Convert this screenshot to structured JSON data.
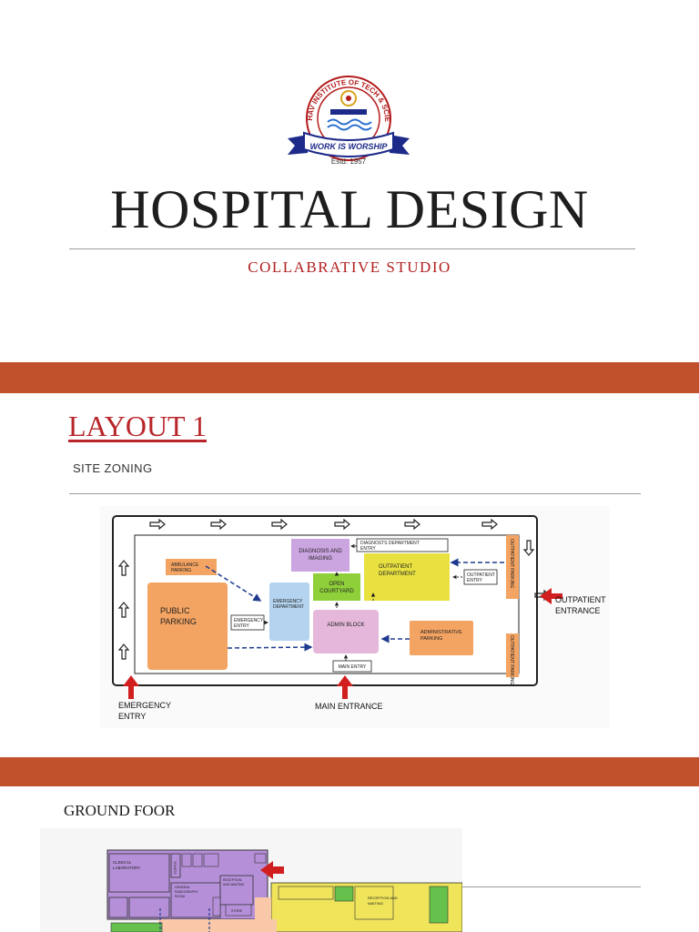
{
  "logo": {
    "ring_text": "MADHAV INSTITUTE OF TECH & SCIENCE",
    "motto": "WORK IS WORSHIP",
    "established": "Estd. 1957",
    "colors": {
      "ring": "#b31b1b",
      "ribbon": "#1d2a8a",
      "gold": "#d9a21a"
    }
  },
  "title": "HOSPITAL DESIGN",
  "subtitle": "COLLABRATIVE STUDIO",
  "section1": {
    "heading": "LAYOUT 1",
    "subheading": "SITE ZONING"
  },
  "site_plan": {
    "zones": {
      "diagnosis": {
        "line1": "DIAGNOSIS AND",
        "line2": "IMAGING"
      },
      "diagnostic_entry": {
        "line1": "DIAGNOSTS DEPARTMENT",
        "line2": "ENTRY"
      },
      "ambulance": {
        "line1": "ABBULANCE",
        "line2": "PARKING"
      },
      "courtyard": {
        "line1": "OPEN",
        "line2": "COURTYARD"
      },
      "outpatient_dept": {
        "line1": "OUTPATIENT",
        "line2": "DEPARTMENT"
      },
      "outpatient_entry_tag": {
        "line1": "OUTPATIENT",
        "line2": "ENTRY"
      },
      "emergency_dept": {
        "line1": "EMERGENCY",
        "line2": "DEPARTMENT"
      },
      "public_parking": {
        "line1": "PUBLIC",
        "line2": "PARKING"
      },
      "emergency_entry_tag": {
        "line1": "EMERGENCY",
        "line2": "ENTRY"
      },
      "admin_block": "ADMIN BLOCK",
      "administrative_parking": {
        "line1": "ADMINISTRATIVE",
        "line2": "PARKING"
      },
      "main_entry_tag": "MAIN ENTRY",
      "outpatient_parking_top": "OUTPATIENT PARKING",
      "outpatient_parking_bottom": "OUTPATIENT PARKING"
    },
    "labels": {
      "outpatient_entrance": {
        "line1": "OUTPATIENT",
        "line2": "ENTRANCE"
      },
      "emergency_entry": {
        "line1": "EMERGENCY",
        "line2": "ENTRY"
      },
      "main_entrance": "MAIN ENTRANCE"
    },
    "colors": {
      "orange": "#f4a462",
      "purple": "#cba5e0",
      "green": "#8fcf3a",
      "yellow": "#e8e140",
      "blue": "#b3d3ef",
      "pink": "#e5b8db",
      "arrow_red": "#d11f1f",
      "dash_blue": "#1f3b8f"
    }
  },
  "section2": {
    "heading": "GROUND FOOR",
    "rooms": {
      "clinical_lab": {
        "line1": "CLINICAL",
        "line2": "LABORATORY"
      },
      "toilets": "TOILETS",
      "general_radiography": {
        "line1": "GENERAL",
        "line2": "RADIOGRAPHY",
        "line3": "ROOM"
      },
      "reception_waiting_top": {
        "line1": "RECEPTION",
        "line2": "AND WAITING"
      },
      "store": "STORE",
      "reception_waiting_right": {
        "line1": "RECEPTION AND",
        "line2": "WAITING"
      }
    }
  },
  "colors": {
    "band": "#c0512c",
    "title_text": "#1e1e1e",
    "accent_red": "#b8262a"
  }
}
